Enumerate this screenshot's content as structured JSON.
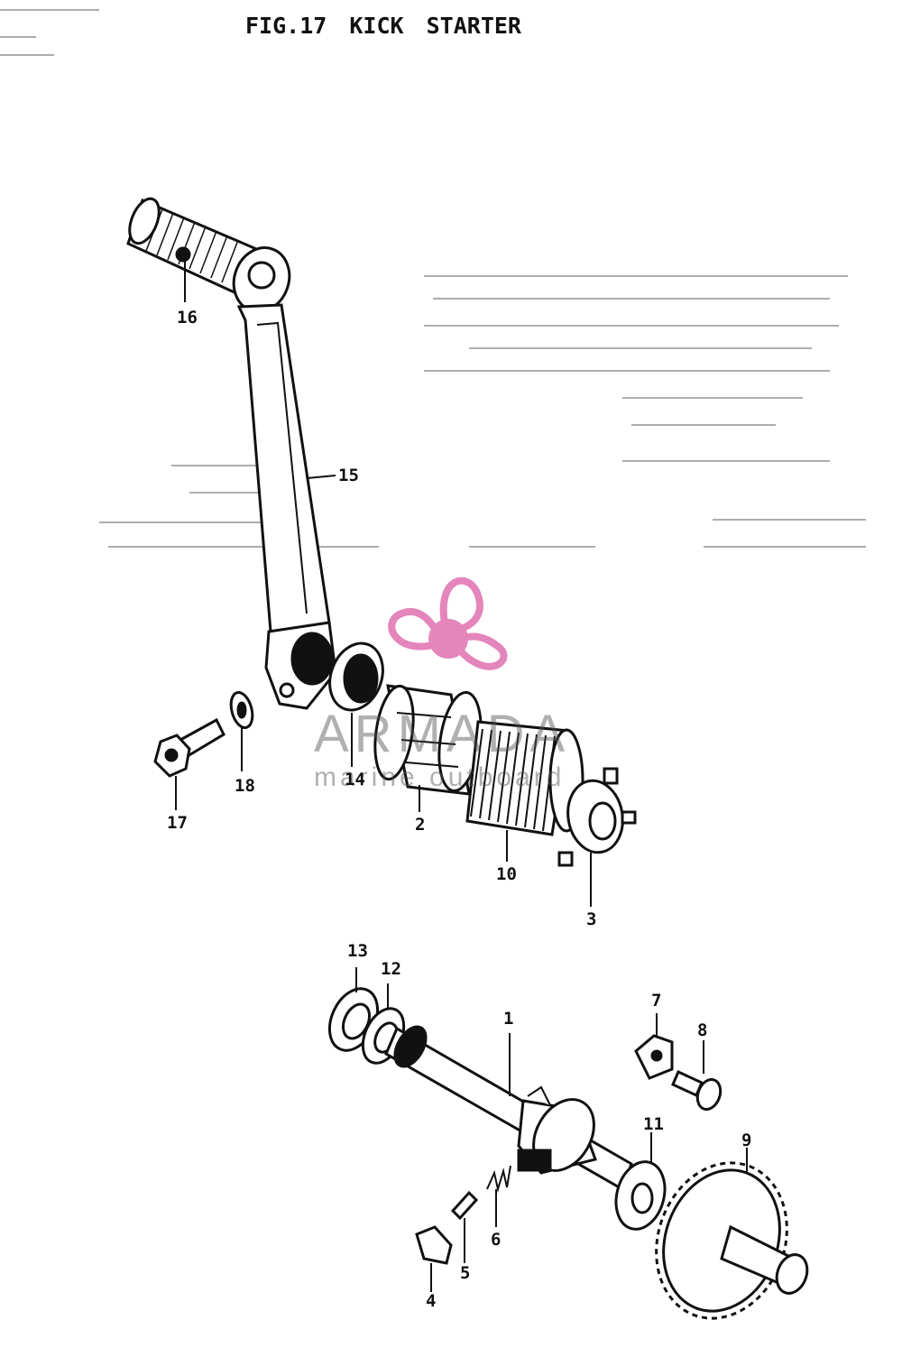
{
  "figure": {
    "title": "FIG.17  KICK STARTER"
  },
  "watermark": {
    "brand": "ARMADA",
    "tagline": "marine outboard",
    "color": "#e070b0"
  },
  "callouts": {
    "c1": "1",
    "c2": "2",
    "c3": "3",
    "c4": "4",
    "c5": "5",
    "c6": "6",
    "c7": "7",
    "c8": "8",
    "c9": "9",
    "c10": "10",
    "c11": "11",
    "c12": "12",
    "c13": "13",
    "c14": "14",
    "c15": "15",
    "c16": "16",
    "c17": "17",
    "c18": "18"
  }
}
